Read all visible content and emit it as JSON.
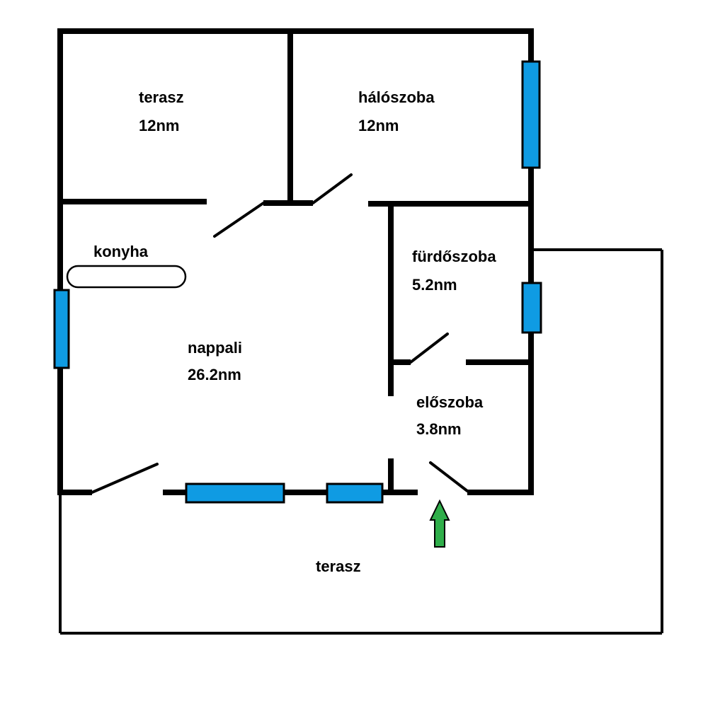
{
  "rooms": {
    "top_terrace": {
      "name": "terasz",
      "area": "12nm"
    },
    "bedroom": {
      "name": "hálószoba",
      "area": "12nm"
    },
    "kitchen": {
      "name": "konyha"
    },
    "living_room": {
      "name": "nappali",
      "area": "26.2nm"
    },
    "bathroom": {
      "name": "fürdőszoba",
      "area": "5.2nm"
    },
    "hallway": {
      "name": "előszoba",
      "area": "3.8nm"
    },
    "bottom_terrace": {
      "name": "terasz"
    }
  },
  "colors": {
    "walls": "#000000",
    "windows": "#0f9be3",
    "entrance_arrow": "#2fae4a",
    "background": "#ffffff"
  },
  "icons": {
    "entrance": "entrance-arrow-icon",
    "kitchen_counter": "kitchen-counter-icon"
  }
}
